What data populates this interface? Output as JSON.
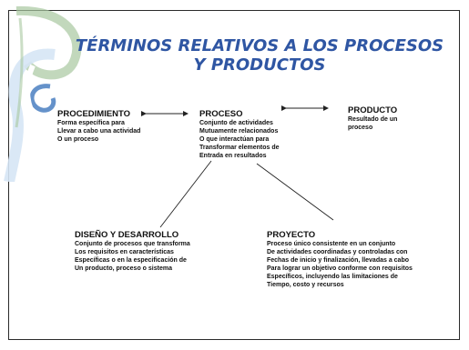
{
  "title": "TÉRMINOS RELATIVOS A LOS PROCESOS Y PRODUCTOS",
  "colors": {
    "title": "#2f56a3",
    "decor_green": "#a8c8a0",
    "decor_blue": "#4a7fc1",
    "decor_light": "#d6e6f5",
    "text": "#111111",
    "line": "#222222"
  },
  "nodes": {
    "procedimiento": {
      "heading": "PROCEDIMIENTO",
      "lines": [
        "Forma específica para",
        "Llevar a cabo una actividad",
        "O un proceso"
      ]
    },
    "proceso": {
      "heading": "PROCESO",
      "lines": [
        "Conjunto de actividades",
        "Mutuamente relacionados",
        "O que interactúan para",
        "Transformar elementos de",
        "Entrada en resultados"
      ]
    },
    "producto": {
      "heading": "PRODUCTO",
      "lines": [
        "Resultado de un",
        "proceso"
      ]
    },
    "diseno": {
      "heading": "DISEÑO Y DESARROLLO",
      "lines": [
        "Conjunto de procesos que transforma",
        "Los requisitos en características",
        "Específicas o en la especificación de",
        "Un producto, proceso o sistema"
      ]
    },
    "proyecto": {
      "heading": "PROYECTO",
      "lines": [
        "Proceso único consistente en un conjunto",
        "De actividades coordinadas y controladas con",
        "Fechas de inicio y finalización, llevadas a cabo",
        "Para lograr un objetivo conforme con requisitos",
        "Específicos, incluyendo las limitaciones de",
        "Tiempo, costo y recursos"
      ]
    }
  }
}
